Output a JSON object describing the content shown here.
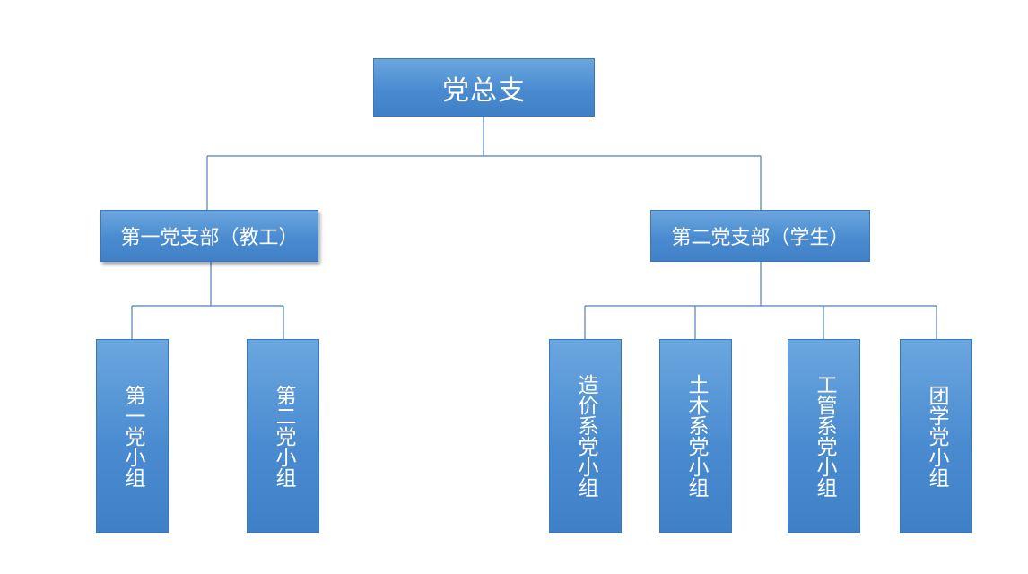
{
  "diagram": {
    "type": "org-chart",
    "colors": {
      "box_top": "#6aa6df",
      "box_bottom": "#3f80c7",
      "box_border": "#3b78ba",
      "text": "#ffffff",
      "connector": "#4f7fb8"
    },
    "root": {
      "label": "党总支"
    },
    "branches": [
      {
        "label": "第一党支部（教工）",
        "children": [
          {
            "label": "第一党小组"
          },
          {
            "label": "第二党小组"
          }
        ]
      },
      {
        "label": "第二党支部（学生）",
        "children": [
          {
            "label": "造价系党小组"
          },
          {
            "label": "土木系党小组"
          },
          {
            "label": "工管系党小组"
          },
          {
            "label": "团学党小组"
          }
        ]
      }
    ]
  }
}
